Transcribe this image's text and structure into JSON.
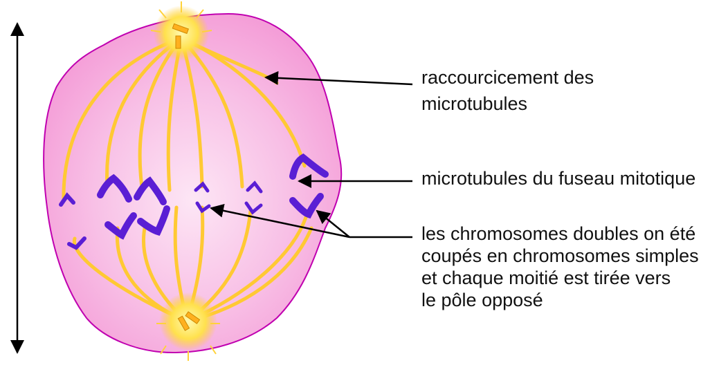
{
  "labels": {
    "shortening": {
      "line1": "raccourcicement des",
      "line2": "microtubules"
    },
    "spindle": "microtubules du fuseau mitotique",
    "chromosomes": {
      "line1": "les chromosomes doubles on été",
      "line2": "coupés en chromosomes simples",
      "line3": "et chaque moitié est tirée vers",
      "line4": "le pôle opposé"
    }
  },
  "colors": {
    "cell_fill_edge": "#f49ad6",
    "cell_fill_center": "#fde6f5",
    "cell_outline": "#c000b0",
    "microtubule": "#ffc933",
    "centrosome": "#ffe14d",
    "chromosome": "#5a1ed4",
    "arrow": "#000000",
    "text": "#111111"
  }
}
